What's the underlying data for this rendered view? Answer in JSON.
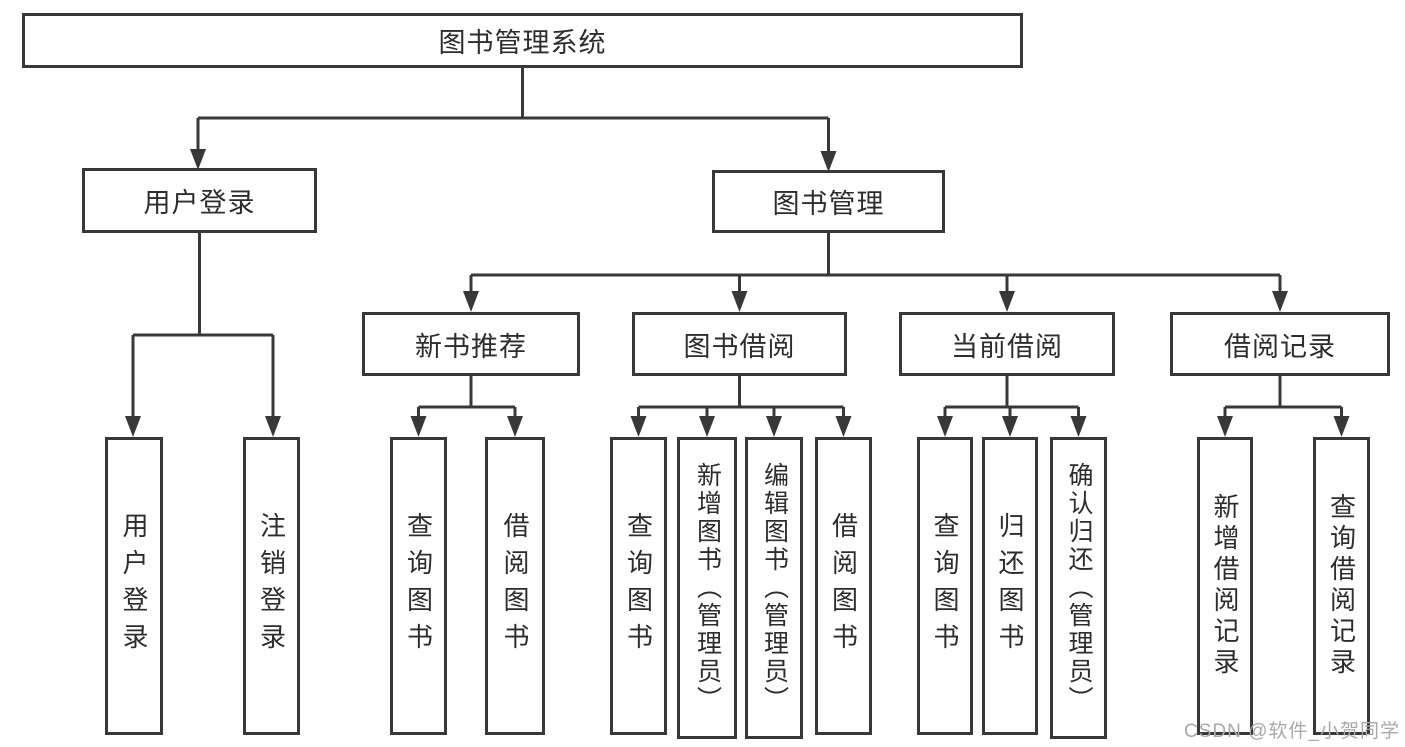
{
  "page": {
    "background": "#ffffff"
  },
  "diagram": {
    "type": "tree",
    "title": "图书管理系统",
    "tree": {
      "label": "图书管理系统",
      "children": [
        {
          "label": "用户登录",
          "children": [
            {
              "label": "用户登录"
            },
            {
              "label": "注销登录"
            }
          ]
        },
        {
          "label": "图书管理",
          "children": [
            {
              "label": "新书推荐",
              "children": [
                {
                  "label": "查询图书"
                },
                {
                  "label": "借阅图书"
                }
              ]
            },
            {
              "label": "图书借阅",
              "children": [
                {
                  "label": "查询图书"
                },
                {
                  "label": "新增图书（管理员）"
                },
                {
                  "label": "编辑图书（管理员）"
                },
                {
                  "label": "借阅图书"
                }
              ]
            },
            {
              "label": "当前借阅",
              "children": [
                {
                  "label": "查询图书"
                },
                {
                  "label": "归还图书"
                },
                {
                  "label": "确认归还（管理员）"
                }
              ]
            },
            {
              "label": "借阅记录",
              "children": [
                {
                  "label": "新增借阅记录"
                },
                {
                  "label": "查询借阅记录"
                }
              ]
            }
          ]
        }
      ]
    },
    "colors": {
      "line": "#383838",
      "node_border": "#383838",
      "node_fill": "#ffffff",
      "text": "#2d2d2d"
    }
  },
  "watermark": {
    "text": "CSDN @软件_小贺同学",
    "color": "#a8a8ad"
  }
}
